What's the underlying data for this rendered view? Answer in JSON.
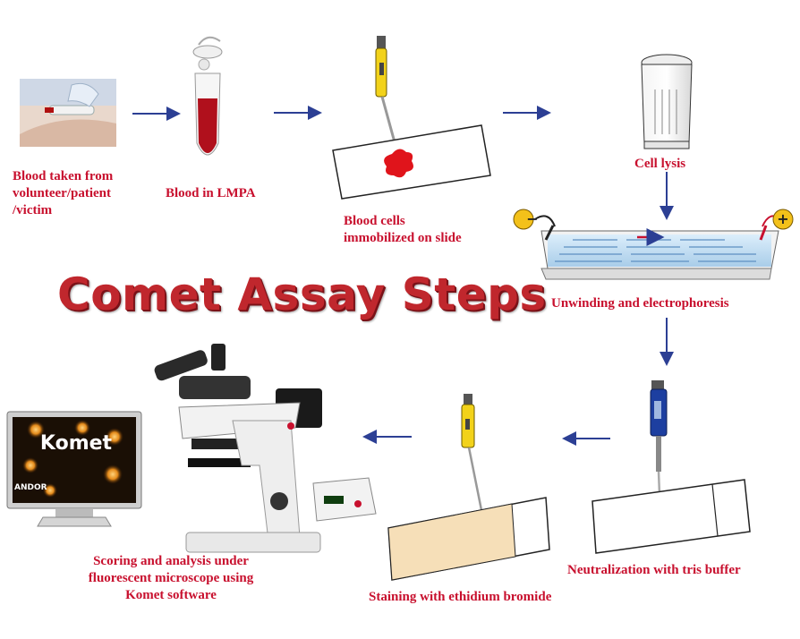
{
  "title": "Comet Assay Steps",
  "steps": [
    {
      "label": "Blood taken from\nvolunteer/patient\n/victim"
    },
    {
      "label": "Blood in LMPA"
    },
    {
      "label": "Blood cells\nimmobilized on slide"
    },
    {
      "label": "Cell lysis"
    },
    {
      "label": "Unwinding and electrophoresis"
    },
    {
      "label": "Neutralization with tris buffer"
    },
    {
      "label": "Staining with ethidium bromide"
    },
    {
      "label": "Scoring and analysis under\nfluorescent microscope using\nKomet software"
    }
  ],
  "monitor": {
    "brand": "Komet",
    "vendor": "ANDOR"
  },
  "electrodes": {
    "negative": "−",
    "positive": "+"
  },
  "colors": {
    "label_red": "#c8102e",
    "arrow_blue": "#2c3f94",
    "blood_red": "#d01a1a",
    "stain_fill": "#f6dfb8"
  },
  "icons": [
    "syringe-arm-photo-icon",
    "eppendorf-tube-icon",
    "pipette-icon",
    "glass-slide-icon",
    "coplin-jar-icon",
    "electrophoresis-tank-icon",
    "microscope-icon",
    "power-supply-icon",
    "monitor-icon"
  ]
}
